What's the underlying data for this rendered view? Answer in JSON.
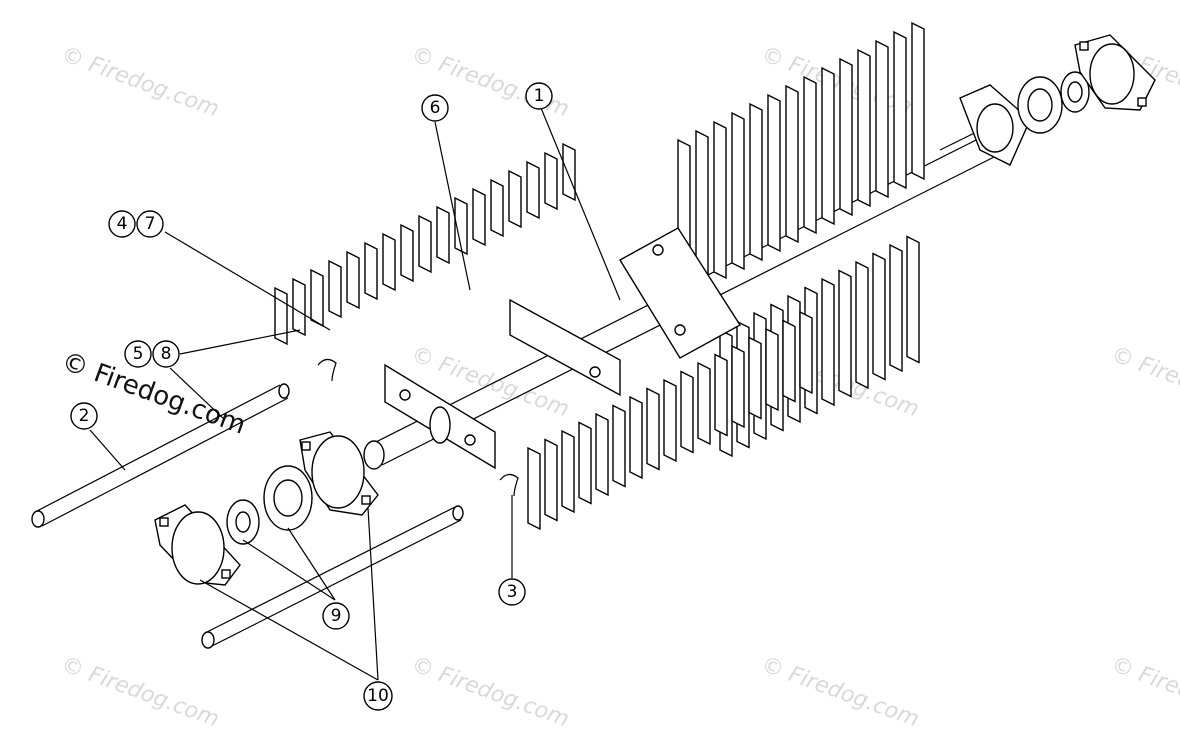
{
  "watermark": "© Firedog.com",
  "callouts": [
    {
      "id": "1",
      "label": "1"
    },
    {
      "id": "2",
      "label": "2"
    },
    {
      "id": "3",
      "label": "3"
    },
    {
      "id": "4",
      "label": "4"
    },
    {
      "id": "5",
      "label": "5"
    },
    {
      "id": "6",
      "label": "6"
    },
    {
      "id": "7",
      "label": "7"
    },
    {
      "id": "8",
      "label": "8"
    },
    {
      "id": "9",
      "label": "9"
    },
    {
      "id": "10",
      "label": "10"
    }
  ],
  "colors": {
    "line": "#000000",
    "watermark": "#d9d9d9",
    "background": "#ffffff"
  }
}
